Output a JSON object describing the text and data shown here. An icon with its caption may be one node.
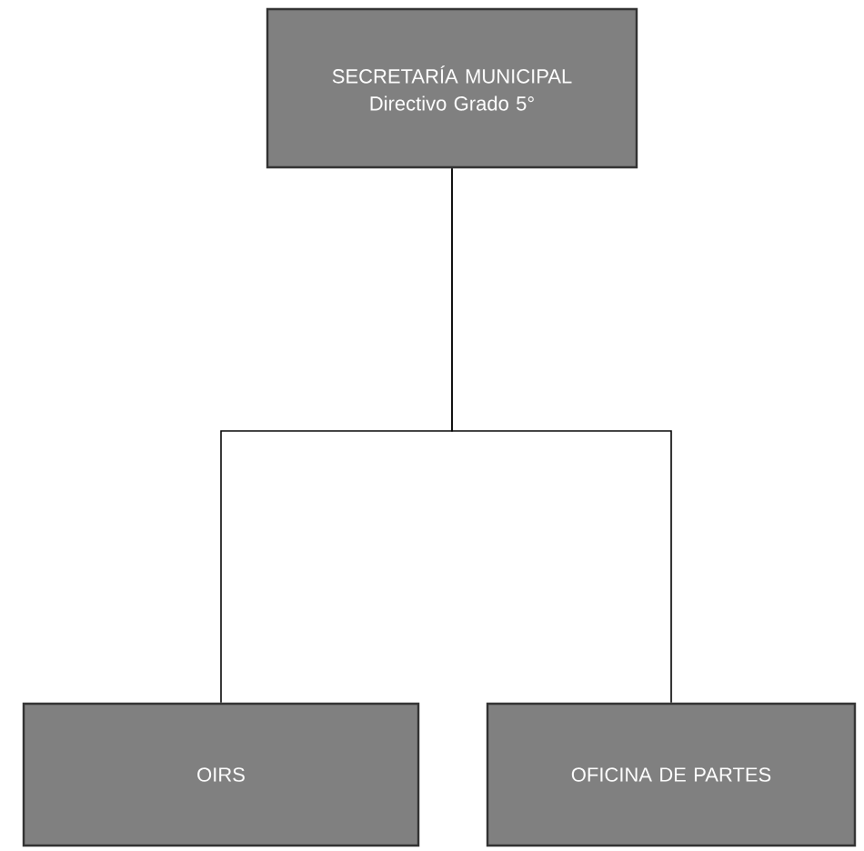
{
  "diagram": {
    "nodes": [
      {
        "text": [
          "SECRETARÍA MUNICIPAL",
          "Directivo Grado 5°"
        ]
      },
      {
        "text": [
          "OIRS"
        ]
      },
      {
        "text": [
          "OFICINA DE PARTES"
        ]
      }
    ],
    "edges": [
      {
        "from": 0,
        "to": 1,
        "arrow": "none"
      },
      {
        "from": 0,
        "to": 2,
        "arrow": "none"
      }
    ]
  }
}
